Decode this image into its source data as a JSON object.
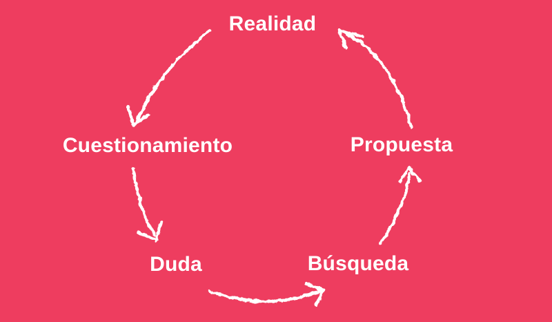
{
  "canvas": {
    "background_color": "#EE3D5F",
    "ink_color": "#FFFFFF",
    "style": "hand-drawn-chalk-cycle"
  },
  "diagram": {
    "type": "cycle",
    "direction": "clockwise",
    "nodes": [
      {
        "id": "realidad",
        "label": "Realidad"
      },
      {
        "id": "cuestionamiento",
        "label": "Cuestionamiento"
      },
      {
        "id": "duda",
        "label": "Duda"
      },
      {
        "id": "busqueda",
        "label": "Búsqueda"
      },
      {
        "id": "propuesta",
        "label": "Propuesta"
      }
    ],
    "edges": [
      {
        "from": "Realidad",
        "to": "Cuestionamiento"
      },
      {
        "from": "Cuestionamiento",
        "to": "Duda"
      },
      {
        "from": "Duda",
        "to": "Búsqueda"
      },
      {
        "from": "Búsqueda",
        "to": "Propuesta"
      },
      {
        "from": "Propuesta",
        "to": "Realidad"
      }
    ]
  }
}
